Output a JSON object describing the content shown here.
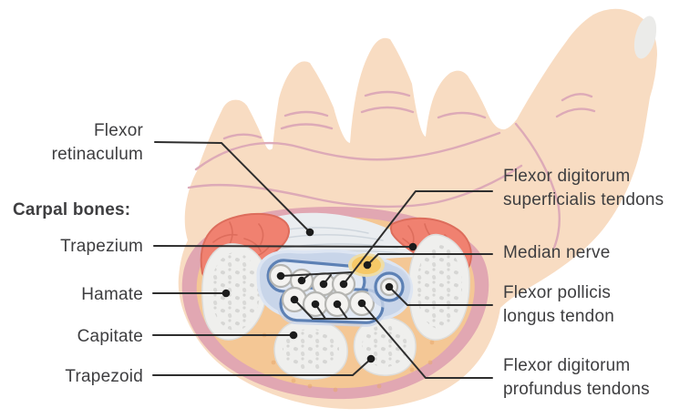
{
  "figure": {
    "type": "anatomical-diagram",
    "subject": "Carpal tunnel cross-section of the wrist (palmar view of hand)"
  },
  "labels": {
    "flexor_retinaculum": "Flexor retinaculum",
    "carpal_bones_heading": "Carpal bones:",
    "trapezium": "Trapezium",
    "hamate": "Hamate",
    "capitate": "Capitate",
    "trapezoid": "Trapezoid",
    "fds": "Flexor digitorum superficialis tendons",
    "median_nerve": "Median nerve",
    "fpl": "Flexor pollicis longus tendon",
    "fdp": "Flexor digitorum profundus tendons"
  },
  "colors": {
    "background": "#ffffff",
    "skin": "#f8dcc2",
    "nail": "#ebebe9",
    "crease_pink": "#dba7b6",
    "outer_ring": "#e1a7b2",
    "fat": "#f4c795",
    "muscle_red": "#f08170",
    "muscle_line": "#dd6d5c",
    "retinaculum_band": "#eaedf0",
    "bone": "#efefed",
    "bone_speckle": "#d6d6d4",
    "tunnel_blue": "#c8d5e9",
    "sheath_outline": "#5d81b5",
    "sheath_fill": "#e2e9f4",
    "tendon_white": "#f4f3f1",
    "nerve_yellow": "#f6c967",
    "nerve_halo": "#eedda8",
    "leader_line": "#2e2e2e",
    "label_text": "#3e3e40"
  }
}
